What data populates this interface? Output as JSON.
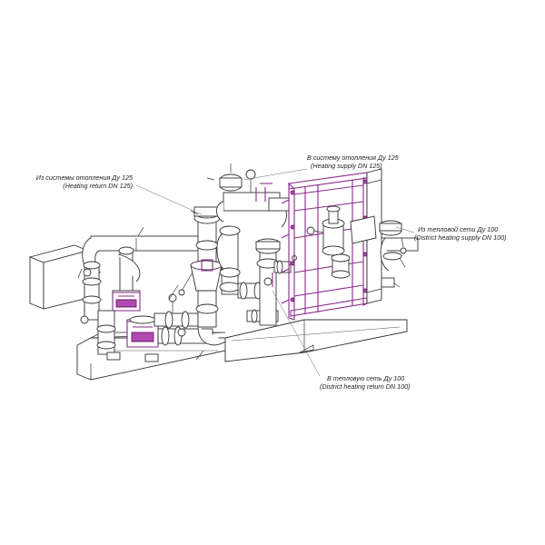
{
  "labels": {
    "heating_return": {
      "line1": "Из системы отопления Ду 125",
      "line2": "(Heating return DN 125)"
    },
    "heating_supply": {
      "line1": "В  систему отопления Ду 125",
      "line2": "(Heating supply DN 125)"
    },
    "district_supply": {
      "line1": "Из тепловой сети Ду 100",
      "line2": "(District heating supply DN 100)"
    },
    "district_return": {
      "line1": "В тепловую сеть Ду 100",
      "line2": "(District heating return DN 100)"
    }
  },
  "colors": {
    "line": "#333333",
    "accent": "#8a2a8a",
    "background": "#ffffff"
  }
}
